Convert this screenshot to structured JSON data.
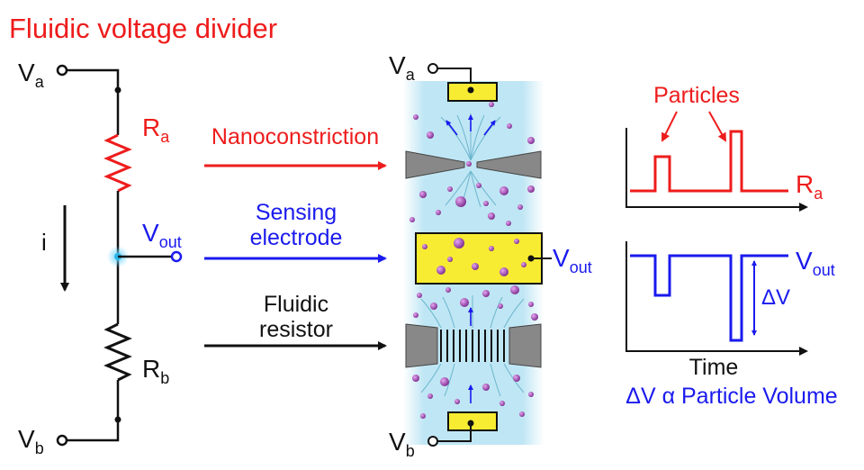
{
  "title": "Fluidic voltage divider",
  "circuit": {
    "va": {
      "main": "V",
      "sub": "a"
    },
    "vb": {
      "main": "V",
      "sub": "b"
    },
    "ra": {
      "main": "R",
      "sub": "a"
    },
    "rb": {
      "main": "R",
      "sub": "b"
    },
    "vout": {
      "main": "V",
      "sub": "out"
    },
    "current": "i"
  },
  "arrows": {
    "nanoconstriction": "Nanoconstriction",
    "sensing_line1": "Sensing",
    "sensing_line2": "electrode",
    "fluidic_line1": "Fluidic",
    "fluidic_line2": "resistor"
  },
  "device": {
    "va": {
      "main": "V",
      "sub": "a"
    },
    "vb": {
      "main": "V",
      "sub": "b"
    },
    "vout": {
      "main": "V",
      "sub": "out"
    }
  },
  "traces": {
    "particles_label": "Particles",
    "ra": {
      "main": "R",
      "sub": "a"
    },
    "vout": {
      "main": "V",
      "sub": "out"
    },
    "delta_v": "ΔV",
    "time_label": "Time",
    "formula": "ΔV α Particle Volume"
  },
  "colors": {
    "red": "#ee1c1c",
    "blue": "#1a1aee",
    "black": "#111111",
    "channel": "#bfe6f4",
    "electrode": "#f7ec32",
    "particle": "#8b3a9c"
  }
}
